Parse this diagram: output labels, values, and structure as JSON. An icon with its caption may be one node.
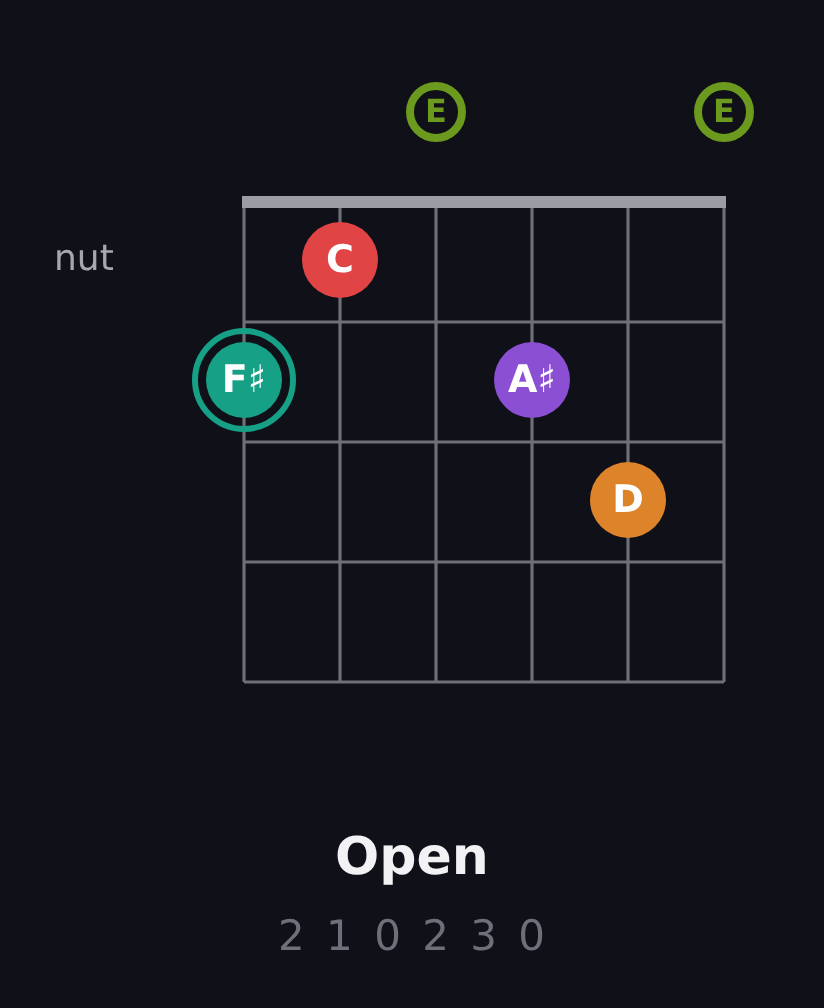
{
  "diagram": {
    "title": "Open",
    "nodes": [
      {
        "text": [
          "E"
        ]
      },
      {
        "text": [
          "E"
        ]
      },
      {
        "text": [
          "C"
        ]
      },
      {
        "text": [
          "F♯"
        ]
      },
      {
        "text": [
          "A♯"
        ]
      },
      {
        "text": [
          "D"
        ]
      }
    ],
    "labels": [
      "nut",
      "2 1 0 2 3 0"
    ]
  }
}
